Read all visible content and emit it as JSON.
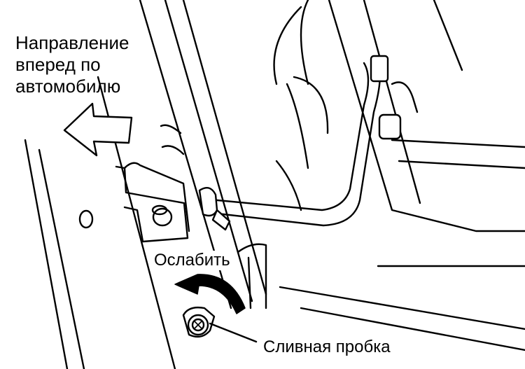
{
  "labels": {
    "forward_direction": [
      "Направление",
      "вперед по",
      "автомобилю"
    ],
    "loosen": "Ослабить",
    "drain_plug": "Сливная пробка"
  },
  "colors": {
    "ink": "#000000",
    "paper": "#ffffff"
  },
  "icons": [
    "forward-arrow-icon",
    "loosen-rotation-arrow-icon"
  ]
}
